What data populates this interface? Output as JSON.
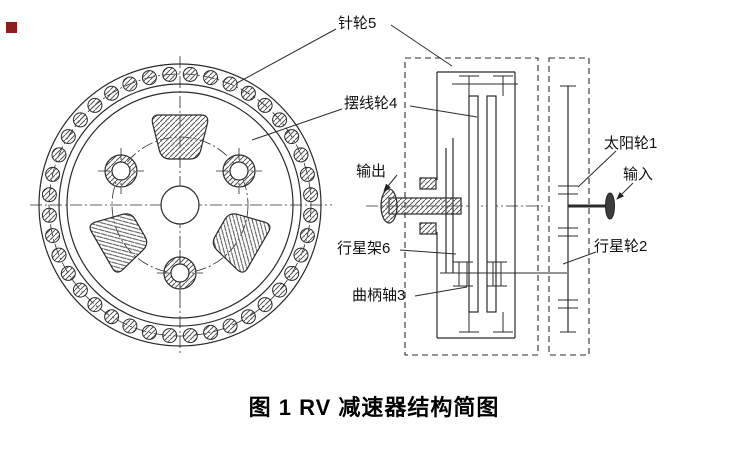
{
  "figure": {
    "caption": "图 1  RV 减速器结构简图",
    "labels": {
      "pin_wheel": "针轮5",
      "cycloid_wheel": "摆线轮4",
      "output": "输出",
      "planet_carrier": "行星架6",
      "crank_shaft": "曲柄轴3",
      "sun_wheel": "太阳轮1",
      "input": "输入",
      "planet_wheel": "行星轮2"
    },
    "colors": {
      "line": "#2b2b2b",
      "marker_red": "#8f1d1d"
    }
  }
}
